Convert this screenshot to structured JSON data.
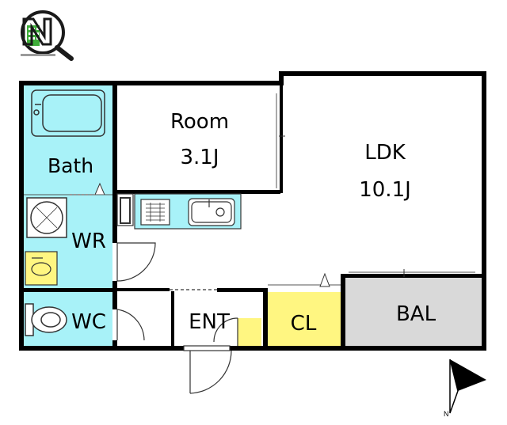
{
  "rooms": {
    "room": {
      "name": "Room",
      "size": "3.1J"
    },
    "ldk": {
      "name": "LDK",
      "size": "10.1J"
    },
    "bath": {
      "name": "Bath"
    },
    "wr": {
      "name": "WR"
    },
    "wc": {
      "name": "WC"
    },
    "ent": {
      "name": "ENT"
    },
    "cl": {
      "name": "CL"
    },
    "bal": {
      "name": "BAL"
    }
  },
  "colors": {
    "wet_area": "#a8f2f8",
    "closet": "#fff681",
    "balcony": "#d9d9d9",
    "wall": "#000000",
    "logo_green": "#3fae3a"
  },
  "icons": {
    "logo": "magnifier-building-logo",
    "compass": "north-arrow-icon"
  }
}
